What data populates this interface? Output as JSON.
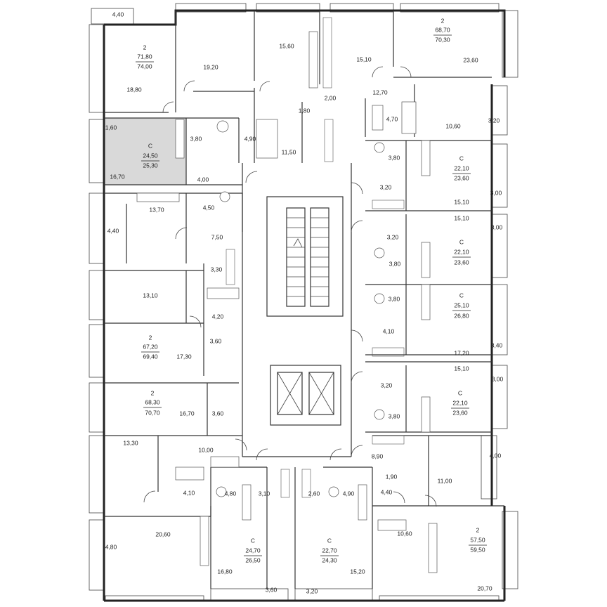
{
  "plan": {
    "units": [
      {
        "id": "u1",
        "rooms": "2",
        "living": "71,80",
        "total": "74,00"
      },
      {
        "id": "u2",
        "rooms": "2",
        "living": "68,70",
        "total": "70,30"
      },
      {
        "id": "u3",
        "rooms": "C",
        "living": "24,50",
        "total": "25,30"
      },
      {
        "id": "u4",
        "rooms": "C",
        "living": "22,10",
        "total": "23,60"
      },
      {
        "id": "u5",
        "rooms": "C",
        "living": "22,10",
        "total": "23,60"
      },
      {
        "id": "u6",
        "rooms": "C",
        "living": "25,10",
        "total": "26,80"
      },
      {
        "id": "u7",
        "rooms": "2",
        "living": "67,20",
        "total": "69,40"
      },
      {
        "id": "u8",
        "rooms": "2",
        "living": "68,30",
        "total": "70,70"
      },
      {
        "id": "u9",
        "rooms": "C",
        "living": "22,10",
        "total": "23,60"
      },
      {
        "id": "u10",
        "rooms": "C",
        "living": "24,70",
        "total": "26,50"
      },
      {
        "id": "u11",
        "rooms": "C",
        "living": "22,70",
        "total": "24,30"
      },
      {
        "id": "u12",
        "rooms": "2",
        "living": "57,50",
        "total": "59,50"
      }
    ],
    "areas": [
      "4,40",
      "19,20",
      "15,60",
      "15,10",
      "23,60",
      "18,80",
      "2,00",
      "12,70",
      "1,80",
      "4,70",
      "10,60",
      "3,20",
      "1,60",
      "3,80",
      "4,90",
      "11,50",
      "3,80",
      "16,70",
      "4,00",
      "3,20",
      "3,00",
      "15,10",
      "13,70",
      "4,50",
      "15,10",
      "3,00",
      "4,40",
      "7,50",
      "3,20",
      "3,80",
      "3,30",
      "13,10",
      "3,80",
      "4,20",
      "4,10",
      "3,60",
      "17,30",
      "17,20",
      "3,40",
      "15,10",
      "3,20",
      "3,00",
      "16,70",
      "3,60",
      "3,80",
      "13,30",
      "10,00",
      "8,90",
      "4,00",
      "1,90",
      "11,00",
      "4,80",
      "3,10",
      "2,60",
      "4,90",
      "4,10",
      "4,40",
      "20,60",
      "10,60",
      "4,80",
      "16,80",
      "15,20",
      "3,60",
      "3,20",
      "20,70"
    ]
  }
}
